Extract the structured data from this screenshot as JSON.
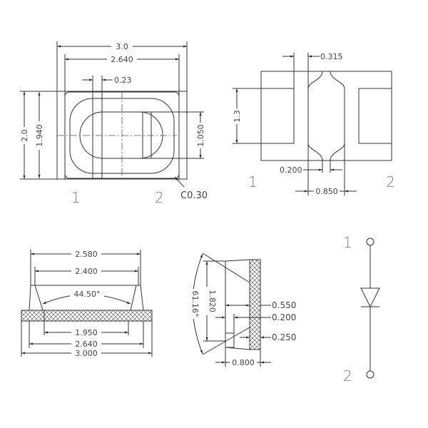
{
  "top_view": {
    "dim_width": "3.0",
    "dim_inner_width": "2.640",
    "dim_gap": "0.23",
    "dim_height": "2.0",
    "dim_inner_height": "1.940",
    "dim_lens": "1.050",
    "pin1": "1",
    "pin2": "2",
    "chamfer": "C0.30"
  },
  "bottom_view": {
    "dim_gap": "0.315",
    "dim_pad_height": "1.3",
    "dim_neck": "0.200",
    "dim_center": "0.850",
    "pin1": "1",
    "pin2": "2"
  },
  "front_view": {
    "dim_top": "2.580",
    "dim_inner_top": "2.400",
    "angle": "44.50°",
    "dim_cavity": "1.950",
    "dim_base_inner": "2.640",
    "dim_base": "3.000"
  },
  "side_view": {
    "angle": "61.16°",
    "dim_height": "1.820",
    "dim_a": "0.550",
    "dim_b": "0.200",
    "dim_c": "0.250",
    "dim_depth": "0.800"
  },
  "schematic": {
    "pin1": "1",
    "pin2": "2",
    "symbol": "diode"
  }
}
